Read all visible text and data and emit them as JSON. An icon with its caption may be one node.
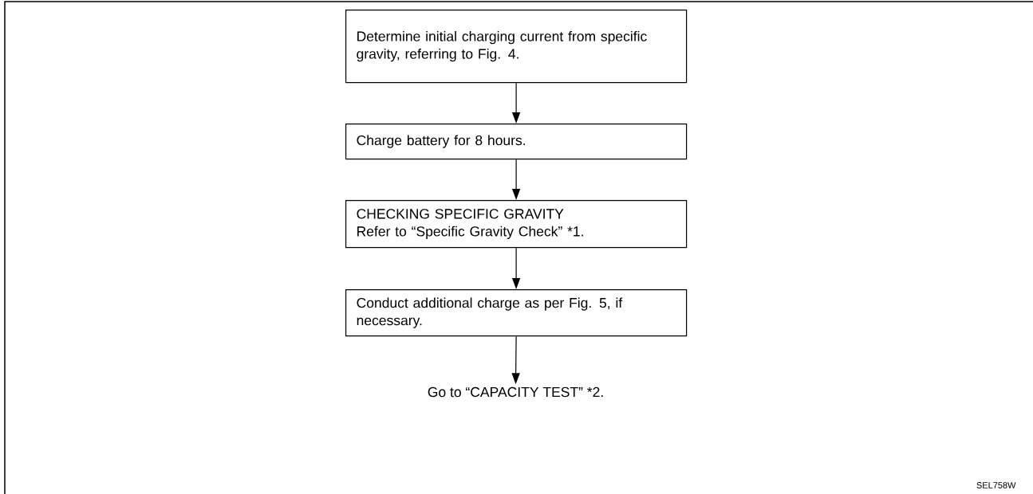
{
  "diagram": {
    "nodes": [
      {
        "text": [
          "Determine initial charging current from specific gravity, referring to Fig. 4."
        ]
      },
      {
        "text": [
          "Charge battery for 8 hours."
        ]
      },
      {
        "text": [
          "CHECKING SPECIFIC GRAVITY",
          "Refer to “Specific Gravity Check” *1."
        ]
      },
      {
        "text": [
          "Conduct additional charge as per Fig. 5, if necessary."
        ]
      },
      {
        "text": [
          "Go to “CAPACITY TEST” *2."
        ]
      }
    ],
    "edges": [
      {
        "from": 0,
        "to": 1,
        "arrow": "to"
      },
      {
        "from": 1,
        "to": 2,
        "arrow": "to"
      },
      {
        "from": 2,
        "to": 3,
        "arrow": "to"
      },
      {
        "from": 3,
        "to": 4,
        "arrow": "to"
      }
    ],
    "labels": [
      "SEL758W"
    ]
  }
}
